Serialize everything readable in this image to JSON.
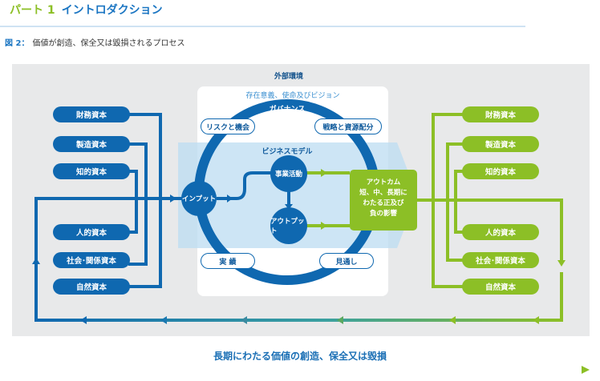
{
  "header": {
    "part": "パート 1",
    "title": "イントロダクション"
  },
  "caption": {
    "number": "図 2：",
    "text": "価値が創造、保全又は毀損されるプロセス"
  },
  "diagram": {
    "external": "外部環境",
    "purpose": "存在意義、使命及びビジョン",
    "governance": "ガバナンス",
    "risk": "リスクと機会",
    "strategy": "戦略と資源配分",
    "business_model": "ビジネスモデル",
    "input": "インプット",
    "activities": "事業活動",
    "output": "アウトプット",
    "outcome": [
      "アウトカム",
      "短、中、長期に",
      "わたる正及び",
      "負の影響"
    ],
    "performance": "実 績",
    "outlook": "見通し",
    "capitals_in": [
      "財務資本",
      "製造資本",
      "知的資本",
      "人的資本",
      "社会･関係資本",
      "自然資本"
    ],
    "capitals_out": [
      "財務資本",
      "製造資本",
      "知的資本",
      "人的資本",
      "社会･関係資本",
      "自然資本"
    ],
    "footer": "長期にわたる価値の創造、保全又は毀損"
  },
  "colors": {
    "blue": "#0f68b0",
    "green": "#8cbf26",
    "panel": "#e8e9ea"
  }
}
